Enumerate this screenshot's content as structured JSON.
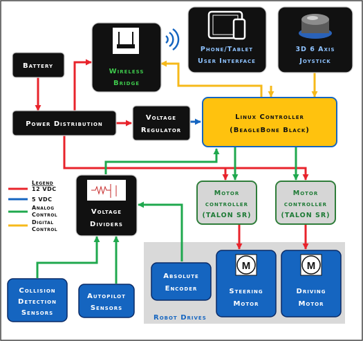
{
  "nodes": {
    "battery": {
      "label": "Battery"
    },
    "power_distribution": {
      "label": "Power Distribution"
    },
    "wireless_bridge": {
      "line1": "Wireless",
      "line2": "Bridge"
    },
    "phone_tablet": {
      "line1": "Phone/Tablet",
      "line2": "User Interface"
    },
    "joystick": {
      "line1": "3D 6 Axis",
      "line2": "Joystick"
    },
    "voltage_regulator": {
      "line1": "Voltage",
      "line2": "Regulator"
    },
    "linux_controller": {
      "line1": "Linux Controller",
      "line2": "(BeagleBone Black)"
    },
    "voltage_dividers": {
      "line1": "Voltage",
      "line2": "Dividers"
    },
    "motor_controller_1": {
      "line1": "Motor",
      "line2": "controller",
      "line3": "(TALON SR)"
    },
    "motor_controller_2": {
      "line1": "Motor",
      "line2": "controller",
      "line3": "(TALON SR)"
    },
    "absolute_encoder": {
      "line1": "Absolute",
      "line2": "Encoder"
    },
    "steering_motor": {
      "line1": "Steering",
      "line2": "Motor",
      "icon_letter": "M"
    },
    "driving_motor": {
      "line1": "Driving",
      "line2": "Motor",
      "icon_letter": "M"
    },
    "collision_sensors": {
      "line1": "Collision",
      "line2": "Detection",
      "line3": "Sensors"
    },
    "autopilot_sensors": {
      "line1": "Autopilot",
      "line2": "Sensors"
    }
  },
  "groups": {
    "robot_drives": {
      "label": "Robot Drives"
    }
  },
  "legend": {
    "title": "Legend",
    "items": [
      {
        "label": "12 VDC",
        "color": "#e8232b"
      },
      {
        "label": "5 VDC",
        "color": "#1565c0"
      },
      {
        "label": "Analog",
        "label2": "Control",
        "color": "#1fa84e"
      },
      {
        "label": "Digital",
        "label2": "Control",
        "color": "#f6b91a"
      }
    ]
  },
  "colors": {
    "red_12vdc": "#e8232b",
    "blue_5vdc": "#1565c0",
    "green_analog": "#1fa84e",
    "yellow_digital": "#f6b91a",
    "controller_fill": "#ffc20e",
    "node_blue": "#1565c0",
    "node_black": "#111111"
  }
}
